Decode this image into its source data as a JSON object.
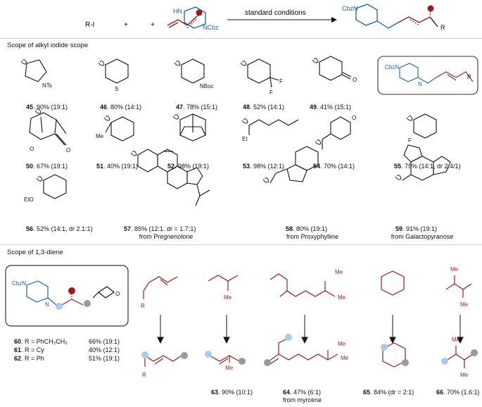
{
  "colors": {
    "blue": "#1f5fa8",
    "red": "#9e1b1b",
    "gray": "#9a9a9a",
    "lightblue": "#a8cbef"
  },
  "reaction": {
    "reagent_alkyl": "R-I",
    "plus": "+",
    "arrow_label": "standard conditions",
    "piperazine_nh": "HN",
    "piperazine_ncbz": "NCbz",
    "product_cbzn": "CbzN",
    "product_r": "R"
  },
  "section1_title": "Scope of alkyl iodide scope",
  "section2_title": "Scope of 1,3-diene",
  "compounds": [
    {
      "id": "45",
      "text": ". 90% (19:1)",
      "atom": "NTs"
    },
    {
      "id": "46",
      "text": ". 80% (14:1)",
      "atom": "S"
    },
    {
      "id": "47",
      "text": ". 78% (15:1)",
      "atom": "NBoc"
    },
    {
      "id": "48",
      "text": ". 52% (14:1)",
      "atom": "F"
    },
    {
      "id": "49",
      "text": ". 41% (15:1)",
      "atom": "O"
    },
    {
      "id": "50",
      "text": ". 67% (19:1)",
      "atom": "O"
    },
    {
      "id": "51",
      "text": ". 40% (19:1)",
      "atom": "Me"
    },
    {
      "id": "52",
      "text": ".  98% (19:1)",
      "atom": ""
    },
    {
      "id": "53",
      "text": ". 98% (12:1)",
      "atom": "Et"
    },
    {
      "id": "54",
      "text": ". 70% (14:1)",
      "atom": "O"
    },
    {
      "id": "55",
      "text": ". 75% (14:1, dr 2.4/1)",
      "atom": "F"
    },
    {
      "id": "56",
      "text": ". 52% (14:1, dr 2.1:1)",
      "atom": "EtO"
    },
    {
      "id": "57",
      "text": ". 85% (12:1. dr = 1.7:1)",
      "note": "from Pregnenolone"
    },
    {
      "id": "58",
      "text": ". 80% (19:1)",
      "note": "from Proxyphylline"
    },
    {
      "id": "59",
      "text": ". 91% (19:1)",
      "note": "from Galactopyranose"
    }
  ],
  "box1": {
    "cbzn": "CbzN",
    "n": "N",
    "r": "R"
  },
  "box2": {
    "cbzn": "CbzN",
    "n": "N",
    "o": "O"
  },
  "diene_list": [
    {
      "id": "60",
      "text": ". R = PhCH₂CH₂",
      "yield": "66% (19:1)"
    },
    {
      "id": "61",
      "text": ". R = Cy",
      "yield": "40% (12:1)"
    },
    {
      "id": "62",
      "text": ". R = Ph",
      "yield": "51% (19:1)"
    }
  ],
  "diene_products": [
    {
      "id": "63",
      "text": ". 90% (10:1)"
    },
    {
      "id": "64",
      "text": ". 47% (6:1)",
      "note": "from myrcene"
    },
    {
      "id": "65",
      "text": ". 84% (dr = 2:1)"
    },
    {
      "id": "66",
      "text": ". 70% (1.6:1)"
    }
  ],
  "me_label": "Me",
  "r_label": "R"
}
